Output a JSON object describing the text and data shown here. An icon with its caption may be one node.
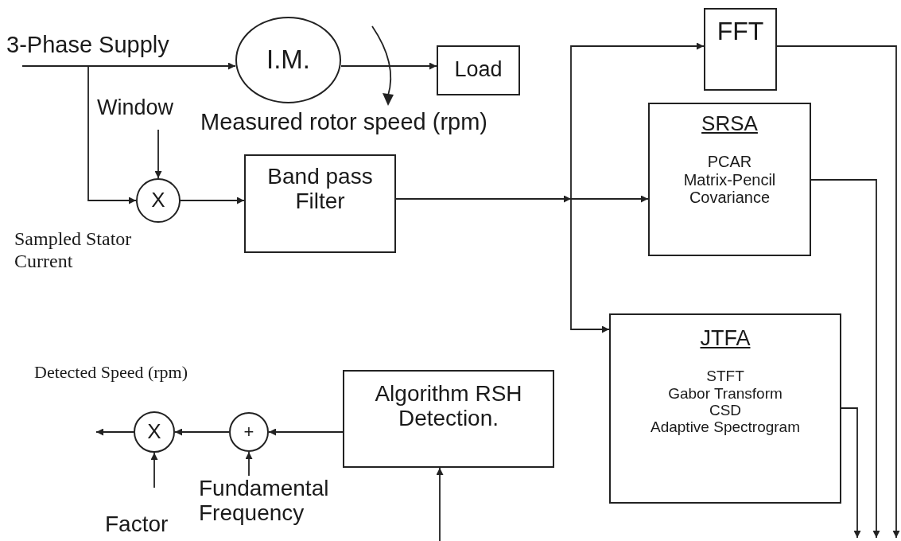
{
  "diagram": {
    "nodes": [
      {
        "text": [
          "3-Phase Supply"
        ]
      },
      {
        "text": [
          "I.M."
        ]
      },
      {
        "text": [
          "Load"
        ]
      },
      {
        "text": [
          "Window"
        ]
      },
      {
        "text": [
          "X"
        ]
      },
      {
        "text": [
          "Band pass Filter"
        ]
      },
      {
        "text": [
          "FFT"
        ]
      },
      {
        "text": [
          "SRSA",
          "PCAR",
          "Matrix-Pencil",
          "Covariance"
        ]
      },
      {
        "text": [
          "JTFA",
          "STFT",
          "Gabor Transform",
          "CSD",
          "Adaptive Spectrogram"
        ]
      },
      {
        "text": [
          "Algorithm RSH Detection."
        ]
      },
      {
        "text": [
          "+"
        ]
      },
      {
        "text": [
          "X"
        ]
      },
      {
        "text": [
          "Fundamental Frequency"
        ]
      },
      {
        "text": [
          "Factor"
        ]
      }
    ],
    "edges": [
      {
        "from": 0,
        "to": 1,
        "arrow": "to"
      },
      {
        "from": 0,
        "to": 4,
        "arrow": "to"
      },
      {
        "from": 1,
        "to": 2,
        "arrow": "to"
      },
      {
        "from": 3,
        "to": 4,
        "arrow": "to"
      },
      {
        "from": 4,
        "to": 5,
        "arrow": "to"
      },
      {
        "from": 5,
        "to": 7,
        "arrow": "to"
      },
      {
        "from": 5,
        "to": 6,
        "arrow": "to"
      },
      {
        "from": 5,
        "to": 8,
        "arrow": "to"
      },
      {
        "from": 6,
        "to": null,
        "arrow": "to"
      },
      {
        "from": 7,
        "to": null,
        "arrow": "to"
      },
      {
        "from": 8,
        "to": null,
        "arrow": "to"
      },
      {
        "from": null,
        "to": 9,
        "arrow": "to"
      },
      {
        "from": 9,
        "to": 10,
        "arrow": "to"
      },
      {
        "from": 10,
        "to": 11,
        "arrow": "to"
      },
      {
        "from": 11,
        "to": null,
        "arrow": "to"
      },
      {
        "from": 12,
        "to": 10,
        "arrow": "to"
      },
      {
        "from": 13,
        "to": 11,
        "arrow": "to"
      }
    ],
    "labels": [
      "Measured rotor speed (rpm)",
      "Sampled Stator Current",
      "Detected Speed (rpm)"
    ]
  }
}
